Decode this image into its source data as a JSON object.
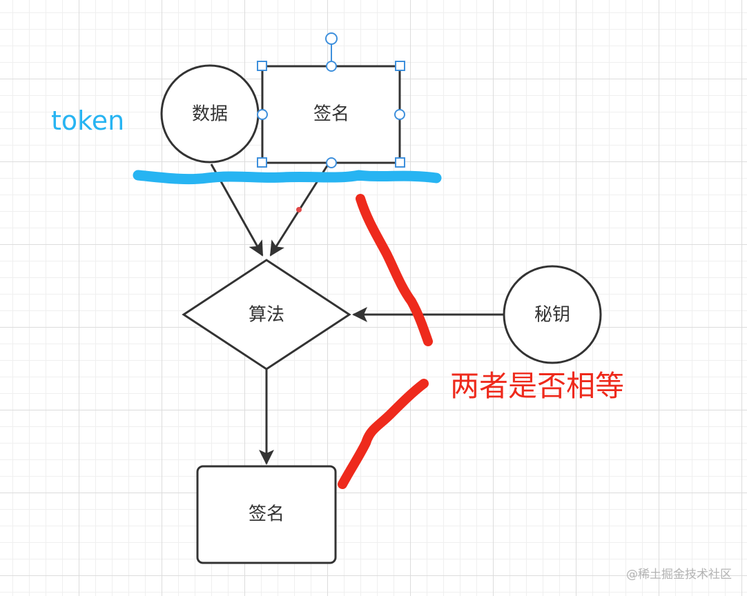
{
  "nodes": {
    "data_circle": "数据",
    "signature_top": "签名",
    "algorithm": "算法",
    "secret_key": "秘钥",
    "signature_bottom": "签名"
  },
  "annotations": {
    "token": "token",
    "compare": "两者是否相等"
  },
  "watermark": "@稀土掘金技术社区",
  "colors": {
    "stroke": "#333333",
    "selection": "#3d8fdc",
    "token_blue": "#27b4f2",
    "highlight_red": "#ee2a1c",
    "grid_major": "#dcdcdc",
    "grid_minor": "#efefef"
  }
}
